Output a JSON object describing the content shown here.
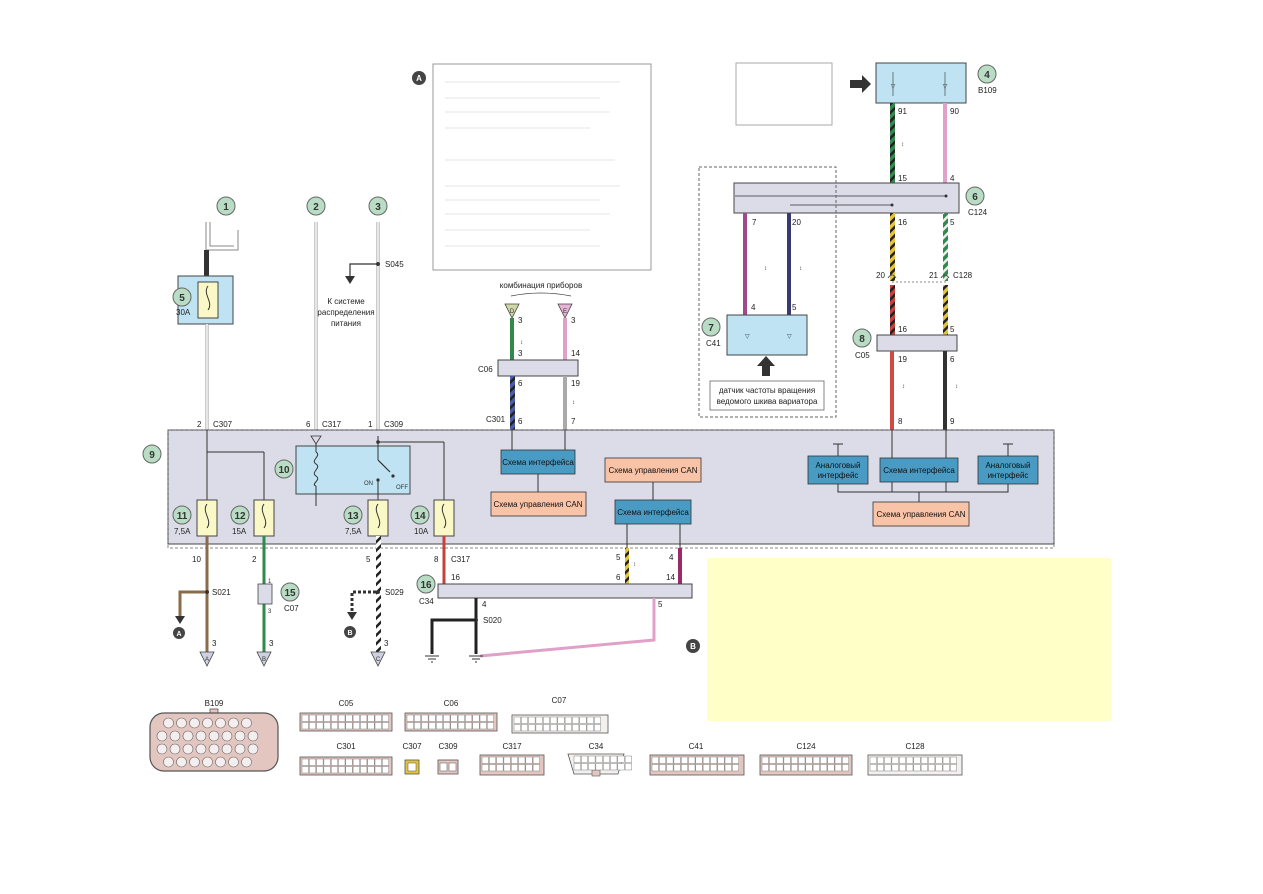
{
  "callouts": {
    "c1": "1",
    "c2": "2",
    "c3": "3",
    "c4": "4",
    "c5": "5",
    "c6": "6",
    "c7": "7",
    "c8": "8",
    "c9": "9",
    "c10": "10",
    "c11": "11",
    "c12": "12",
    "c13": "13",
    "c14": "14",
    "c15": "15",
    "c16": "16"
  },
  "markers": {
    "a": "A",
    "b": "B"
  },
  "texts": {
    "instrument_cluster": "комбинация приборов",
    "power_dist": [
      "К системе",
      "распределения",
      "питания"
    ],
    "sensor": [
      "датчик частоты вращения",
      "ведомого шкива вариатора"
    ],
    "on": "ON",
    "off": "OFF"
  },
  "modules": {
    "iface1": "Схема интерфейса",
    "can1": "Схема управления CAN",
    "can2": "Схема управления CAN",
    "iface2": "Схема интерфейса",
    "analog1": [
      "Аналоговый",
      "интерфейс"
    ],
    "iface3": "Схема интерфейса",
    "analog2": [
      "Аналоговый",
      "интерфейс"
    ],
    "can3": "Схема управления CAN"
  },
  "fuses": {
    "f5": "30A",
    "f11": "7,5A",
    "f12": "15A",
    "f13": "7,5A",
    "f14": "10A"
  },
  "connectors": {
    "B109": "B109",
    "C124": "C124",
    "C128": "C128",
    "C05": "C05",
    "C06": "C06",
    "C41": "C41",
    "C301": "C301",
    "C307": "C307",
    "C317": "C317",
    "C309": "C309",
    "C07": "C07",
    "C34": "C34",
    "S045": "S045",
    "S021": "S021",
    "S029": "S029",
    "S020": "S020"
  },
  "pins": {
    "b109_91": "91",
    "b109_90": "90",
    "c124_15": "15",
    "c124_4": "4",
    "c124_7": "7",
    "c124_20": "20",
    "c124_16": "16",
    "c124_5": "5",
    "c128_20": "20",
    "c128_21": "21",
    "c41_4": "4",
    "c41_5": "5",
    "c05_16": "16",
    "c05_5": "5",
    "c05_19": "19",
    "c05_6": "6",
    "ecu_8": "8",
    "ecu_9": "9",
    "d_3": "3",
    "e_3": "3",
    "c06_3": "3",
    "c06_14": "14",
    "c06_6": "6",
    "c06_19": "19",
    "c301_6": "6",
    "c301_7": "7",
    "c307_2": "2",
    "c317_6": "6",
    "c309_1": "1",
    "out_10": "10",
    "out_2": "2",
    "out_5": "5",
    "out_8": "8",
    "c07_1": "1",
    "c07_3": "3",
    "c34_16": "16",
    "c34_4": "4",
    "c34_5": "5",
    "c34_6": "6",
    "c34_14": "14",
    "can_5": "5",
    "can_4": "4",
    "a_3": "3",
    "b_3": "3",
    "c_3": "3"
  },
  "terminals": {
    "D": "D",
    "E": "E",
    "A": "A",
    "B": "B",
    "C": "C"
  },
  "legend": {
    "B109": "B109",
    "C05": "C05",
    "C06": "C06",
    "C07": "C07",
    "C301": "C301",
    "C307": "C307",
    "C309": "C309",
    "C317": "C317",
    "C34": "C34",
    "C41": "C41",
    "C124": "C124",
    "C128": "C128"
  },
  "colors": {
    "ecu_fill": "#dcdbe8",
    "fuse_fill": "#fbf8c8",
    "sensor_fill": "#bfe3f2",
    "iface_fill": "#4a9bc4",
    "can_fill": "#f8c3a6",
    "note_fill": "#ffffc8",
    "connector_fill": "#e4c6c0"
  }
}
